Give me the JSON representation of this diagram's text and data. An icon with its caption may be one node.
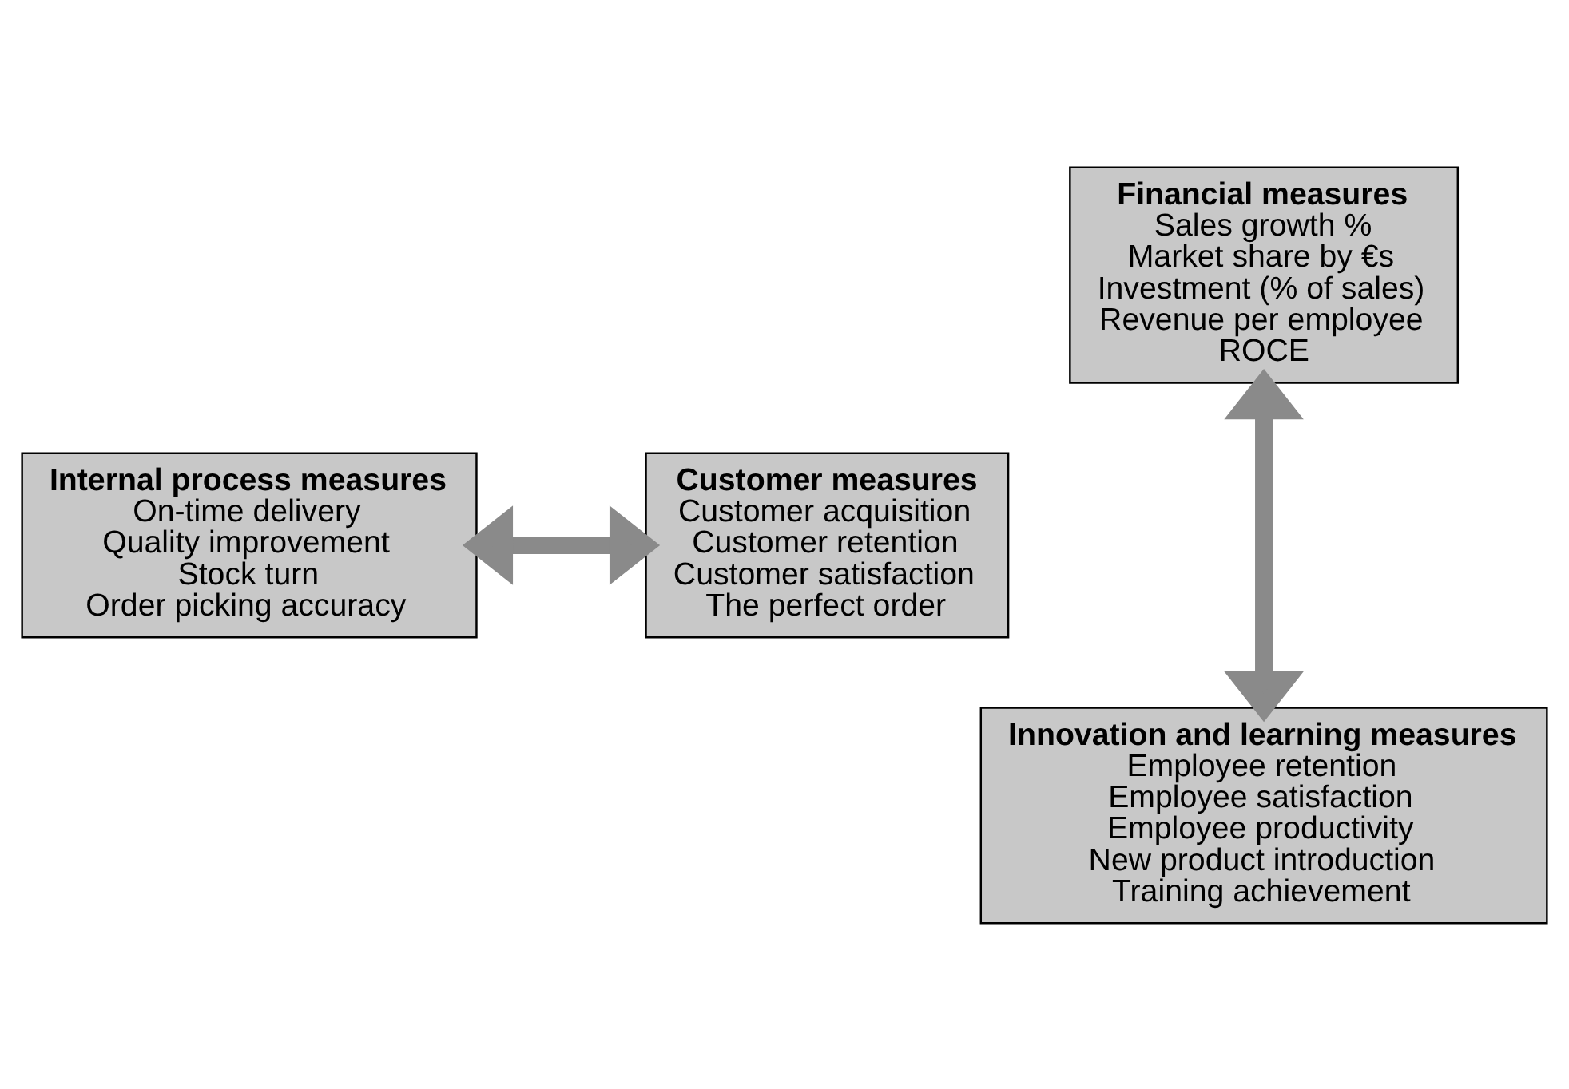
{
  "diagram": {
    "nodes": [
      {
        "text": [
          "Financial measures",
          "Sales growth %",
          "Market share by €s",
          "Investment (% of sales)",
          "Revenue per employee",
          "ROCE"
        ]
      },
      {
        "text": [
          "Internal process measures",
          "On-time delivery",
          "Quality improvement",
          "Stock turn",
          "Order picking accuracy"
        ]
      },
      {
        "text": [
          "Customer measures",
          "Customer acquisition",
          "Customer retention",
          "Customer satisfaction",
          "The perfect order"
        ]
      },
      {
        "text": [
          "Innovation and learning measures",
          "Employee retention",
          "Employee satisfaction",
          "Employee productivity",
          "New product introduction",
          "Training achievement"
        ]
      }
    ],
    "edges": [
      {
        "from": 0,
        "to": 3,
        "arrow": "both"
      },
      {
        "from": 1,
        "to": 2,
        "arrow": "both"
      }
    ]
  }
}
